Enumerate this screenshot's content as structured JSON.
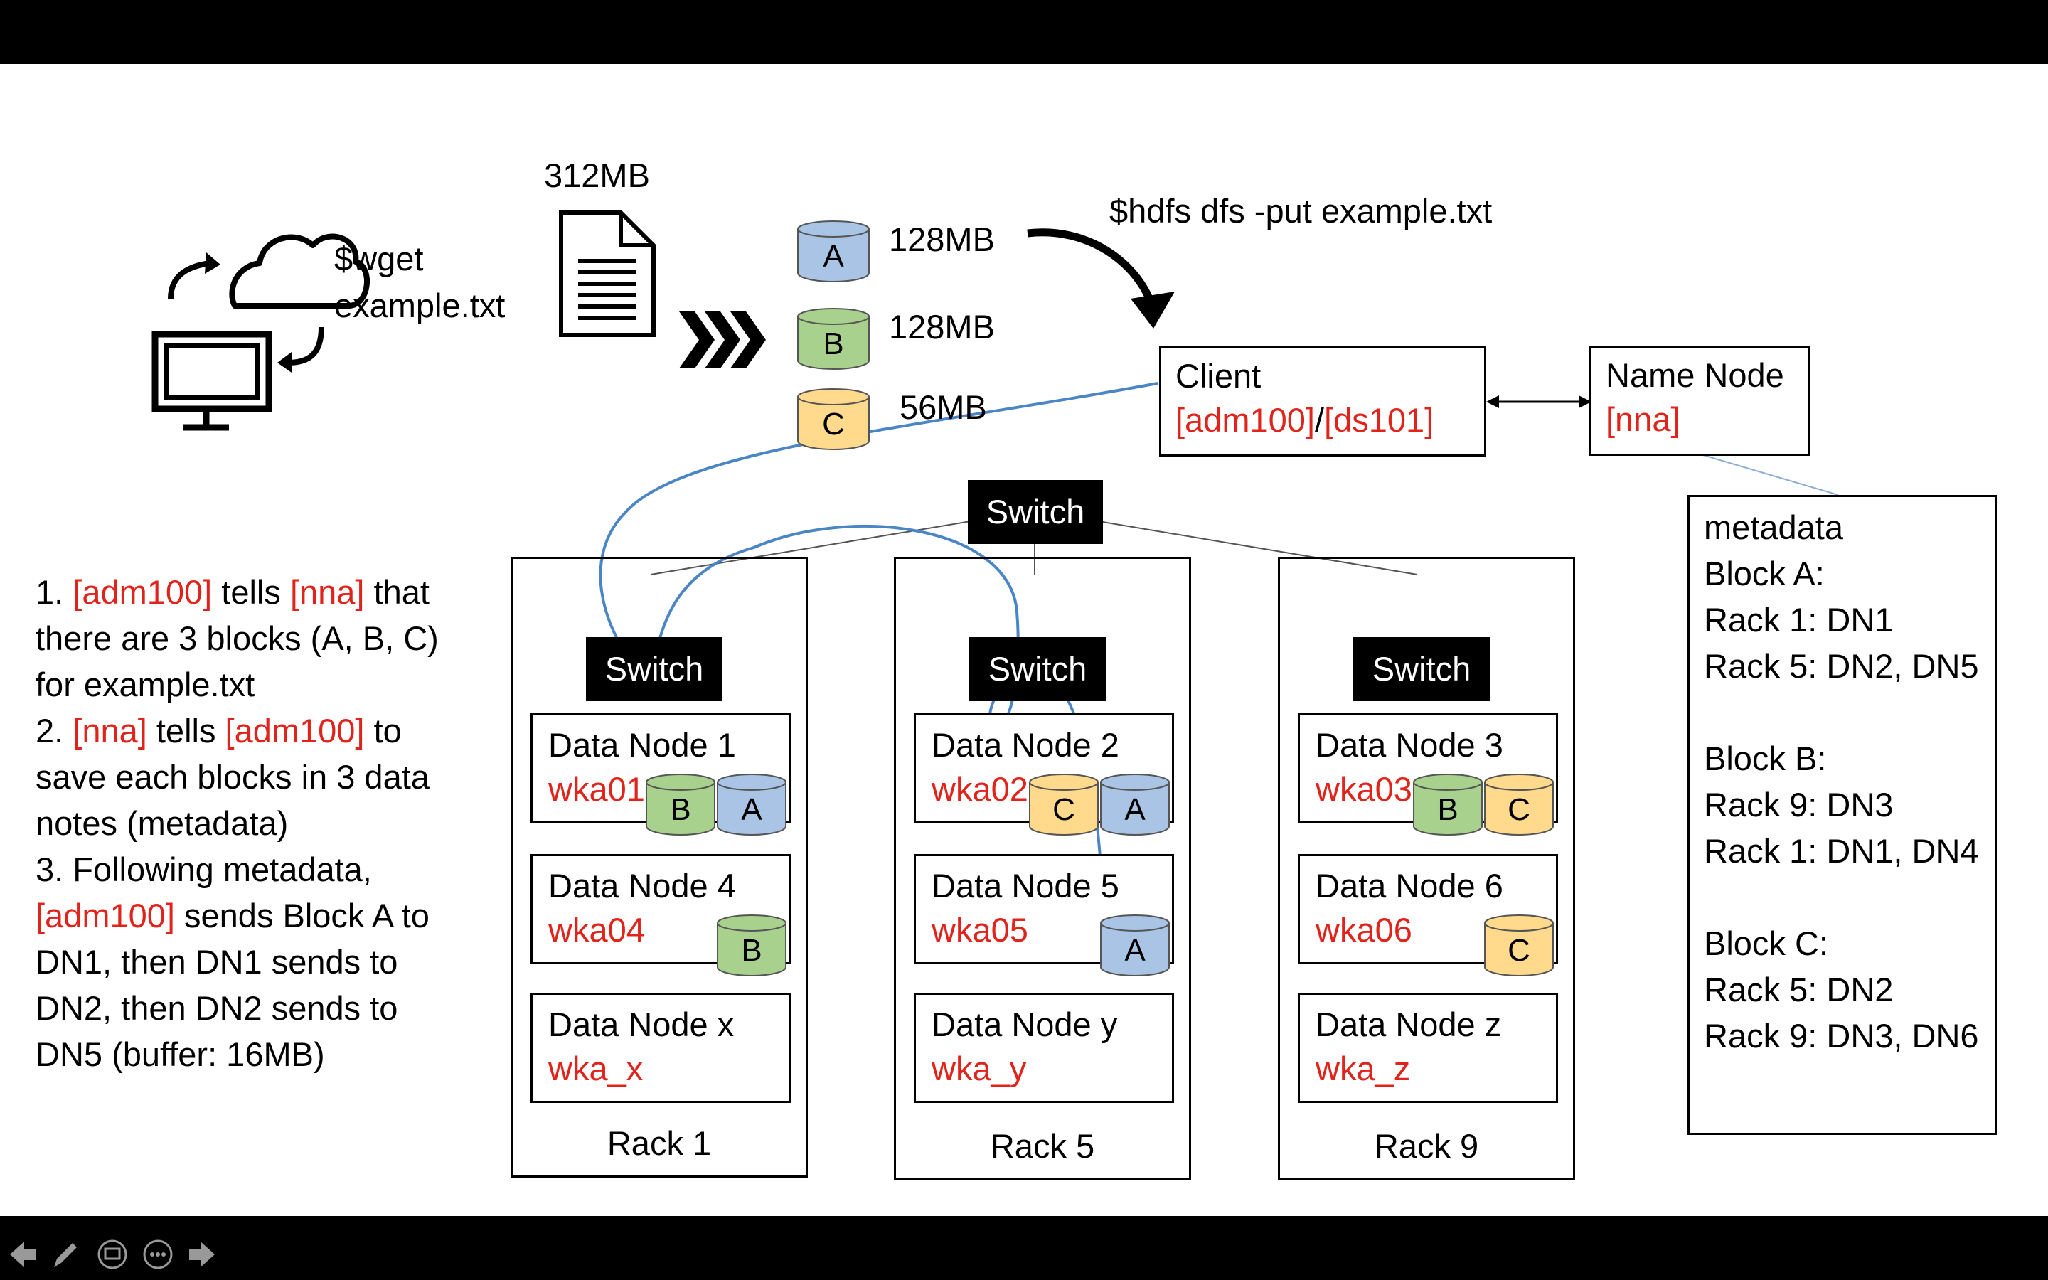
{
  "download": {
    "command": "$wget",
    "file": "example.txt"
  },
  "file_size": "312MB",
  "blocks": [
    {
      "label": "A",
      "size": "128MB",
      "color": "#a9c4e4"
    },
    {
      "label": "B",
      "size": "128MB",
      "color": "#a9d18e"
    },
    {
      "label": "C",
      "size": "56MB",
      "color": "#ffd98c"
    }
  ],
  "put_command": "$hdfs dfs -put example.txt",
  "client": {
    "title": "Client",
    "host1": "[adm100]",
    "sep": "/",
    "host2": "[ds101]"
  },
  "namenode": {
    "title": "Name Node",
    "host": "[nna]"
  },
  "metadata": {
    "lines": [
      "metadata",
      "Block A:",
      "Rack 1: DN1",
      "Rack 5: DN2, DN5",
      "",
      "Block B:",
      "Rack 9: DN3",
      "Rack 1: DN1, DN4",
      "",
      "Block C:",
      "Rack 5: DN2",
      "Rack 9: DN3, DN6"
    ]
  },
  "switch_label": "Switch",
  "racks": [
    {
      "label": "Rack 1",
      "nodes": [
        {
          "name": "Data Node 1",
          "host": "wka01",
          "blocks": [
            "B",
            "A"
          ]
        },
        {
          "name": "Data Node 4",
          "host": "wka04",
          "blocks": [
            "B"
          ]
        },
        {
          "name": "Data Node x",
          "host": "wka_x",
          "blocks": []
        }
      ]
    },
    {
      "label": "Rack 5",
      "nodes": [
        {
          "name": "Data Node 2",
          "host": "wka02",
          "blocks": [
            "C",
            "A"
          ]
        },
        {
          "name": "Data Node 5",
          "host": "wka05",
          "blocks": [
            "A"
          ]
        },
        {
          "name": "Data Node y",
          "host": "wka_y",
          "blocks": []
        }
      ]
    },
    {
      "label": "Rack 9",
      "nodes": [
        {
          "name": "Data Node 3",
          "host": "wka03",
          "blocks": [
            "B",
            "C"
          ]
        },
        {
          "name": "Data Node 6",
          "host": "wka06",
          "blocks": [
            "C"
          ]
        },
        {
          "name": "Data Node z",
          "host": "wka_z",
          "blocks": []
        }
      ]
    }
  ],
  "steps": {
    "s1_a": "1. ",
    "s1_b": "[adm100]",
    "s1_c": " tells ",
    "s1_d": "[nna]",
    "s1_e": " that",
    "s1_f": "there are 3 blocks (A, B, C)",
    "s1_g": "for example.txt",
    "s2_a": "2. ",
    "s2_b": "[nna]",
    "s2_c": " tells ",
    "s2_d": "[adm100]",
    "s2_e": " to",
    "s2_f": "save each blocks in 3 data",
    "s2_g": "notes (metadata)",
    "s3_a": "3. Following metadata,",
    "s3_b": "[adm100]",
    "s3_c": " sends Block A to",
    "s3_d": "DN1, then DN1 sends to",
    "s3_e": "DN2, then DN2 sends to",
    "s3_f": "DN5 (buffer: 16MB)"
  },
  "colors": {
    "red": "#e0241b",
    "flow": "#4a86c5"
  },
  "controls": [
    "prev-arrow",
    "pen",
    "screen",
    "more",
    "next-arrow"
  ]
}
